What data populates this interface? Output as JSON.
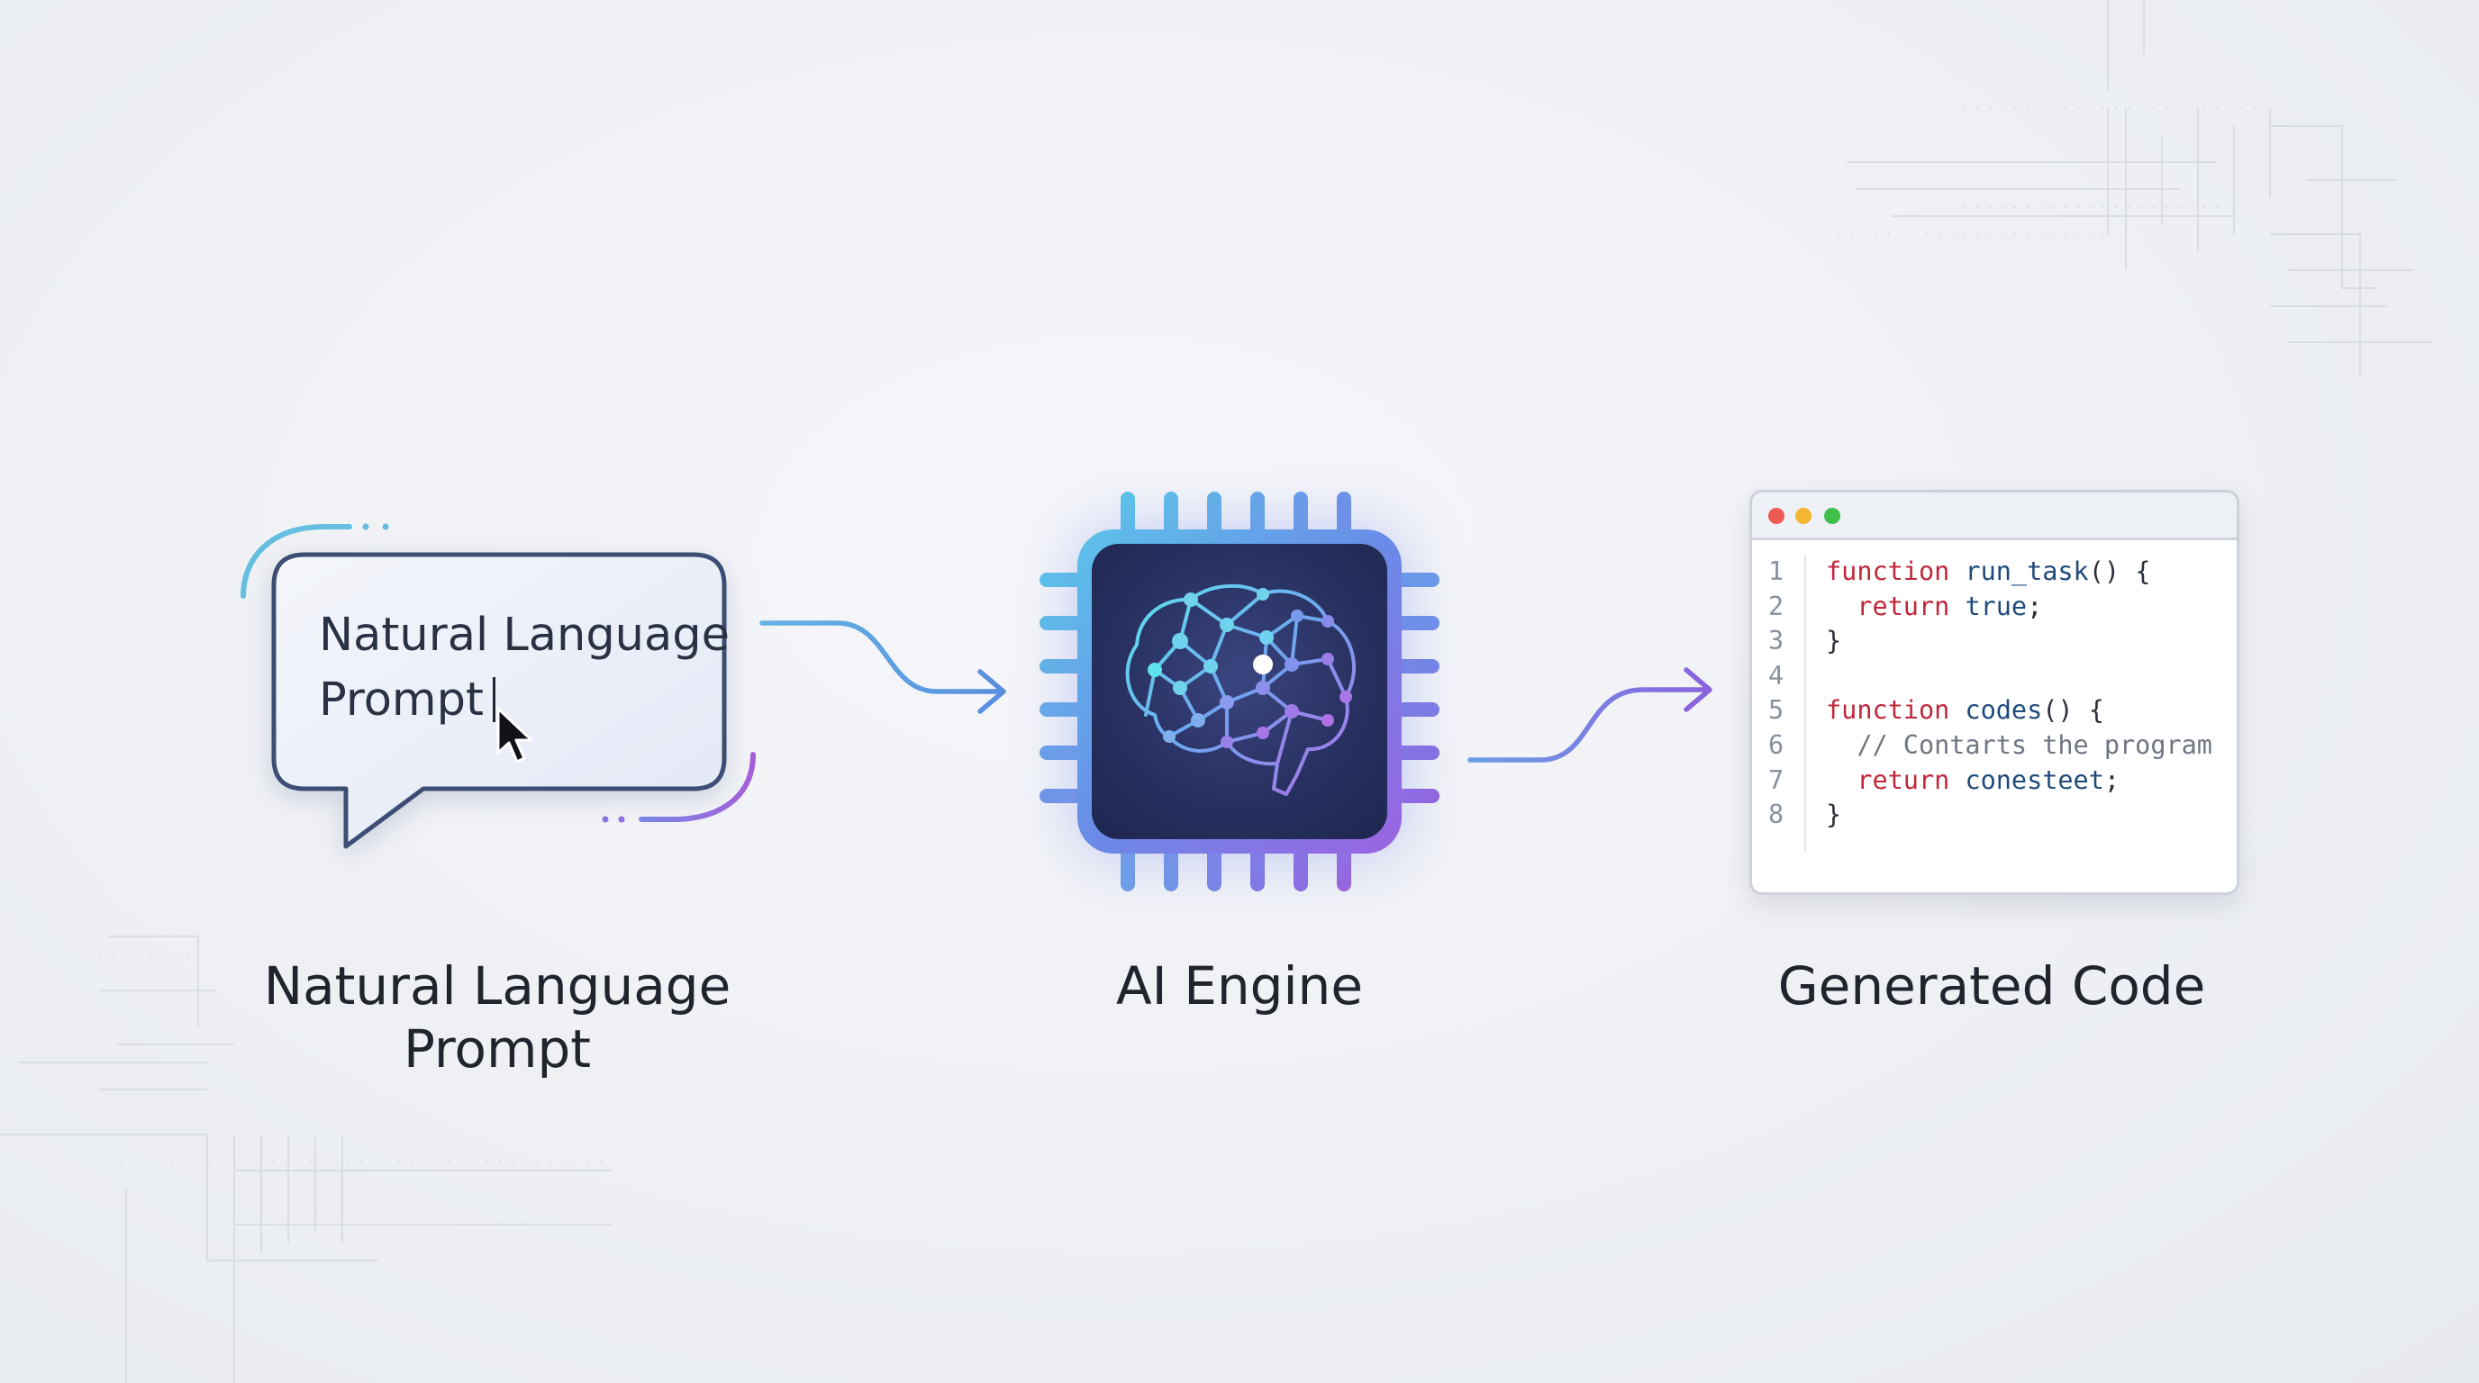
{
  "nodes": {
    "prompt": {
      "bubble_line1": "Natural Language",
      "bubble_line2": "Prompt",
      "label_line1": "Natural Language",
      "label_line2": "Prompt"
    },
    "engine": {
      "label": "AI Engine"
    },
    "code": {
      "label": "Generated Code",
      "lines": [
        {
          "num": "1",
          "tokens": [
            {
              "t": "function",
              "c": "kw"
            },
            {
              "t": " run_task",
              "c": "fn"
            },
            {
              "t": "() {",
              "c": "pl"
            }
          ]
        },
        {
          "num": "2",
          "tokens": [
            {
              "t": "  return",
              "c": "kw"
            },
            {
              "t": " true",
              "c": "fn"
            },
            {
              "t": ";",
              "c": "pl"
            }
          ]
        },
        {
          "num": "3",
          "tokens": [
            {
              "t": "}",
              "c": "pl"
            }
          ]
        },
        {
          "num": "4",
          "tokens": []
        },
        {
          "num": "5",
          "tokens": [
            {
              "t": "function",
              "c": "kw"
            },
            {
              "t": " codes",
              "c": "fn"
            },
            {
              "t": "() {",
              "c": "pl"
            }
          ]
        },
        {
          "num": "6",
          "tokens": [
            {
              "t": "  // Contarts the program",
              "c": "cm"
            }
          ]
        },
        {
          "num": "7",
          "tokens": [
            {
              "t": "  return",
              "c": "kw"
            },
            {
              "t": " conesteet",
              "c": "fn"
            },
            {
              "t": ";",
              "c": "pl"
            }
          ]
        },
        {
          "num": "8",
          "tokens": [
            {
              "t": "}",
              "c": "pl"
            }
          ]
        }
      ]
    }
  },
  "colors": {
    "cyan": "#5cc2ea",
    "blue": "#6a8be8",
    "purple": "#9b63e0",
    "bubble_border": "#3e4d74",
    "window_dot_red": "#ee5a52",
    "window_dot_yellow": "#f2b632",
    "window_dot_green": "#3fbf4a"
  },
  "icons": [
    "speech-bubble-icon",
    "cursor-arrow-icon",
    "brain-network-icon",
    "chip-icon",
    "arrow-right-icon"
  ]
}
